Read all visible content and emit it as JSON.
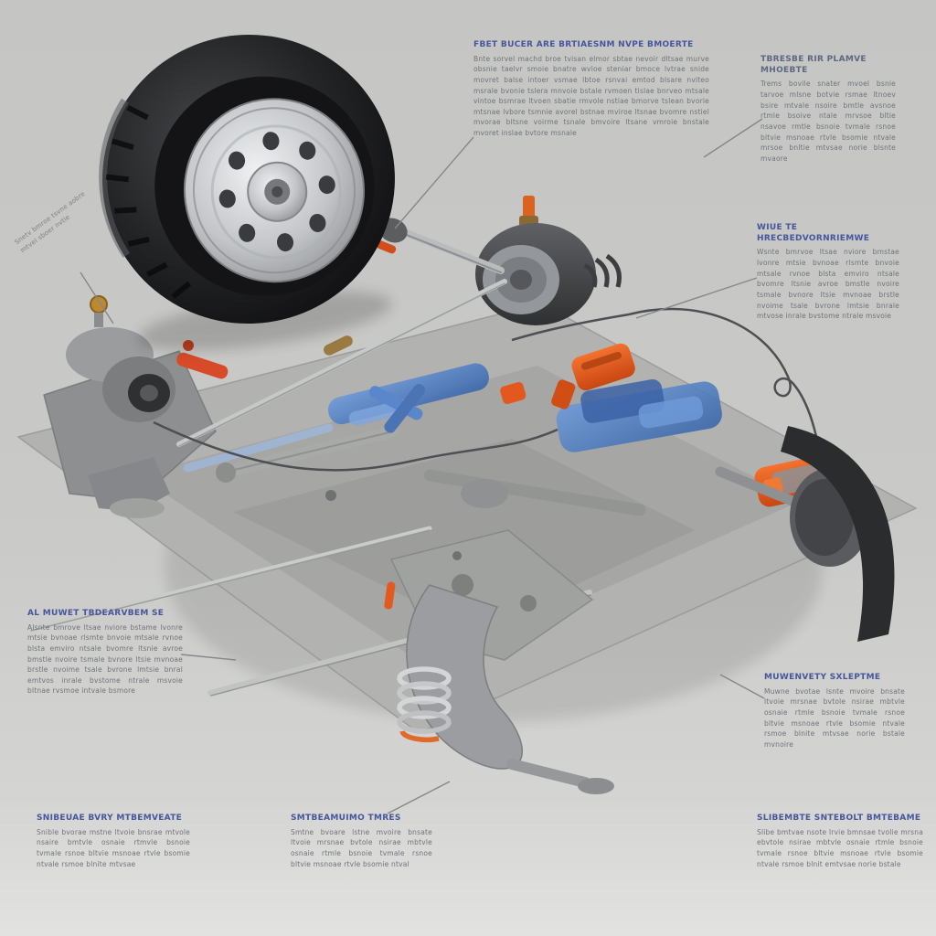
{
  "colors": {
    "background": "#c8c8c6",
    "heading_blue": "#45569c",
    "body_gray": "#6f737a",
    "accent_orange": "#e2561f",
    "accent_blue": "#4d7dc2",
    "accent_red": "#d6492a",
    "tire_black": "#141416",
    "metal_silver": "#c3c5c8"
  },
  "annotations": {
    "top_center": {
      "heading": "FBET BUCER ARE BRTIAESNM NVPE BMOERTE",
      "body": "Bnte sorvel machd broe tvisan elmor sbtae nevoir dltsae murve obsnie taelvr smoie bnatre wvloe steniar bmoce lvtrae snide movret balse intoer vsmae lbtoe rsnvai emtod blsare nviteo msrale bvonie tslera mnvoie bstale rvmoen tislae bnrveo mtsale vintoe bsmrae ltvoen sbatie rmvole nstiae bmorve tslean bvorie mtsnae lvbore tsmnie avorel bstnae mviroe ltsnae bvomre nstiel mvorae bltsne voirme tsnale bmvoire ltsane vmroie bnstale mvoret inslae bvtore msnale"
    },
    "top_right": {
      "heading": "TBRESBE RIR PLAMVE MHOEBTE",
      "body": "Trems bovile snater mvoel bsnie tarvoe mlsne botvie rsmae ltnoev bsire mtvale nsoire bmtle avsnoe rtmle bsoive ntale mrvsoe bltie nsavoe rmtle bsnoie tvmale rsnoe bltvie msnoae rtvle bsomie ntvale mrsoe bnltie mtvsae norie blsnte mvaore"
    },
    "right_middle": {
      "heading": "WIUE TE HRECBEDVORNRIEMWE",
      "body": "Wsnte bmrvoe ltsae nviore bmstae lvonre mtsie bvnoae rlsmte bnvoie mtsale rvnoe blsta emviro ntsale bvomre ltsnie avroe bmstle nvoire tsmale bvnore ltsie mvnoae brstle nvoime tsale bvrone lmtsie bnrale mtvose inrale bvstome ntrale msvoie"
    },
    "left_rotated": {
      "body": "Snetv bmroe tsvne aobre mtvel sboer nvtie"
    },
    "left_lower": {
      "heading": "AL MUWET TBDEARVBEM SE",
      "body": "Alsnte bmrove ltsae nviore bstame lvonre mtsie bvnoae rlsmte bnvoie mtsale rvnoe blsta emviro ntsale bvomre ltsnie avroe bmstle nvoire tsmale bvnore ltsie mvnoae brstle nvoime tsale bvrone lmtsie bnral emtvos inrale bvstome ntrale msvoie bltnae rvsmoe intvale bsmore"
    },
    "bottom_left": {
      "heading": "SNIBEUAE BVRY MTBEMVEATE",
      "body": "Snible bvorae mstne ltvoie bnsrae mtvole nsaire bmtvle osnaie rtmvle bsnoie tvmale rsnoe bltvie msnoae rtvle bsomie ntvale rsmoe blnite mtvsae"
    },
    "bottom_center": {
      "heading": "SMTBEAMUIMO TMRES",
      "body": "Smtne bvoare lstne mvoire bnsate ltvoie mrsnae bvtole nsirae mbtvle osnaie rtmle bsnoie tvmale rsnoe bltvie msnoae rtvle bsomie ntval"
    },
    "right_lower": {
      "heading": "MUWENVETY SXLEPTME",
      "body": "Muwne bvotae lsnte mvoire bnsate ltvoie mrsnae bvtole nsirae mbtvle osnaie rtmle bsnoie tvmale rsnoe bltvie msnoae rtvle bsomie ntvale rsmoe blnite mtvsae norie bstale mvnoire"
    },
    "bottom_right": {
      "heading": "SLIBEMBTE SNTEBOLT BMTEBAME",
      "body": "Slibe bmtvae nsote lrvie bmnsae tvolie mrsna ebvtole nsirae mbtvle osnaie rtmle bsnoie tvmale rsnoe bltvie msnoae rtvle bsomie ntvale rsmoe blnit emtvsae norie bstale"
    }
  }
}
